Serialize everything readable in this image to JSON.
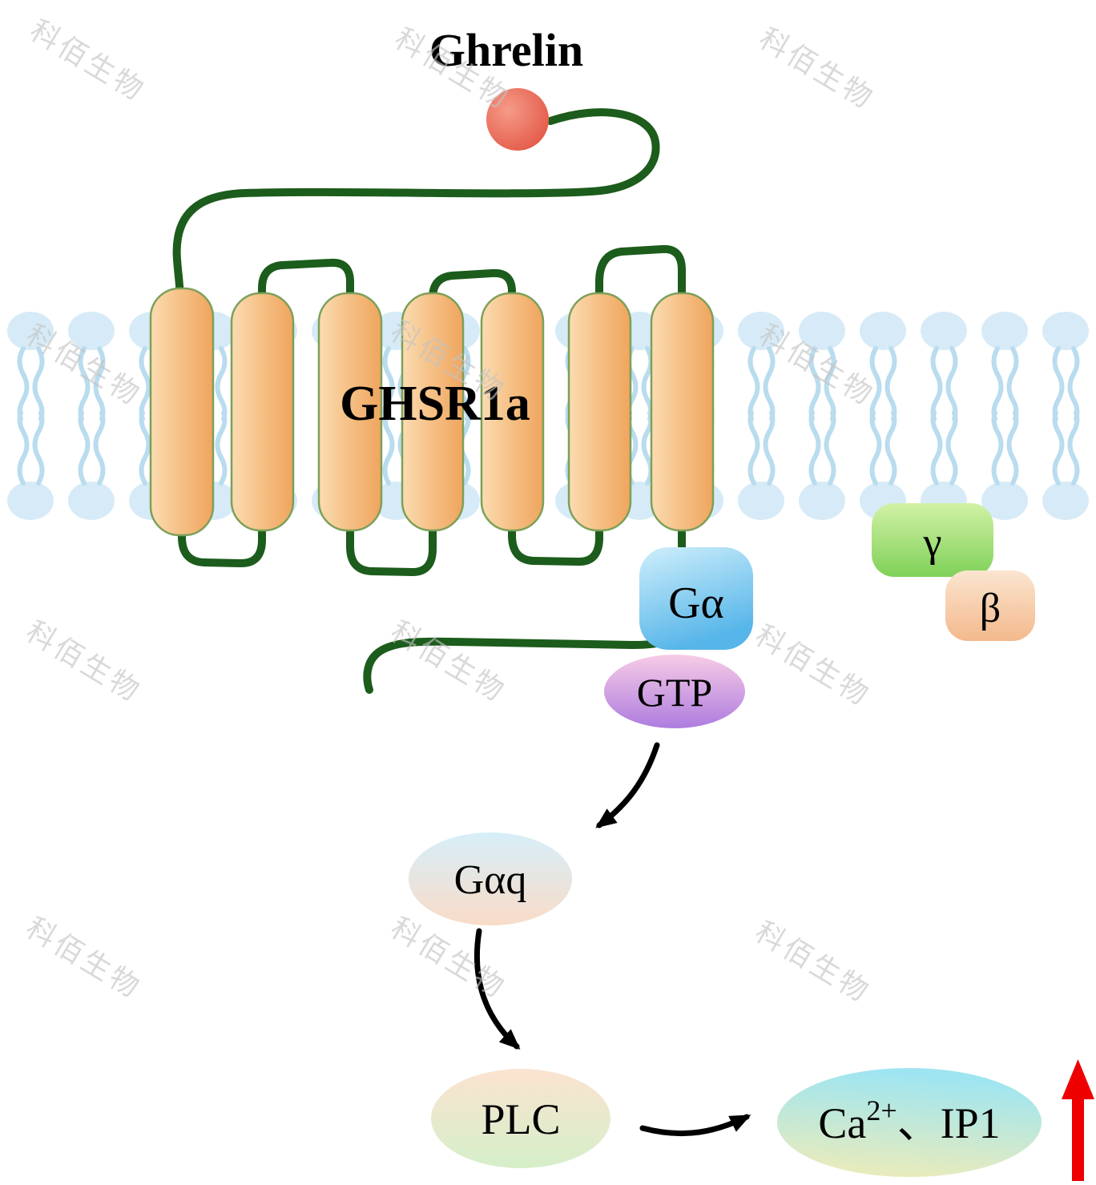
{
  "watermark": "科佰生物",
  "ligand": {
    "label": "Ghrelin"
  },
  "receptor": {
    "label": "GHSR1a"
  },
  "g_protein": {
    "alpha_label": "Gα",
    "gtp_label": "GTP",
    "gamma_label": "γ",
    "beta_label": "β"
  },
  "signaling": {
    "gaq_label": "Gαq",
    "plc_label": "PLC",
    "ca_base": "Ca",
    "ca_superscript": "2+",
    "ca_rest": "、IP1"
  },
  "colors": {
    "membrane_blue": "#d6ebf7",
    "membrane_tail_blue": "#b9dcee",
    "helix_orange": "#f5bd80",
    "receptor_line_green": "#1c5c1c",
    "ligand_red": "#e2564a",
    "upregulation_red": "#ee0000",
    "g_alpha_blue": "#58b6e9",
    "gtp_purple": "#b07ee0",
    "gamma_green": "#7fd158",
    "beta_peach": "#f3b98c",
    "arrow_black": "#000000"
  }
}
